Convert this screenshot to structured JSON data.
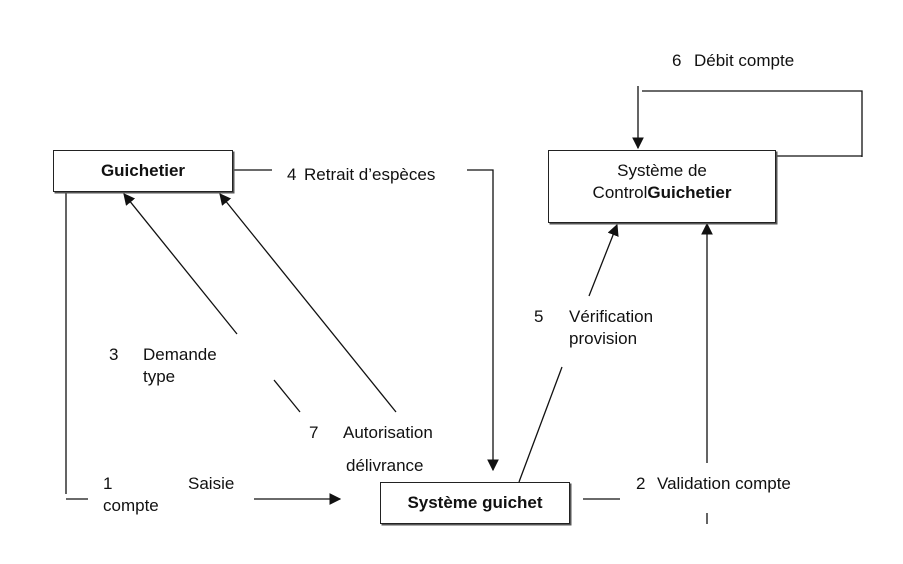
{
  "nodes": {
    "guichetier": {
      "label": "Guichetier"
    },
    "systeme_control": {
      "line1": "Système de",
      "line2_prefix": "Control",
      "line2_bold": "Guichetier"
    },
    "systeme_guichet": {
      "label": "Système guichet"
    }
  },
  "messages": [
    {
      "num": "1",
      "text": "Saisie",
      "text2": "compte"
    },
    {
      "num": "2",
      "text": "Validation compte"
    },
    {
      "num": "3",
      "text": "Demande",
      "text2": "type"
    },
    {
      "num": "4",
      "text": "Retrait d’espèces"
    },
    {
      "num": "5",
      "text": "Vérification",
      "text2": "provision"
    },
    {
      "num": "6",
      "text": "Débit compte"
    },
    {
      "num": "7",
      "text": "Autorisation",
      "text2": "délivrance"
    }
  ]
}
